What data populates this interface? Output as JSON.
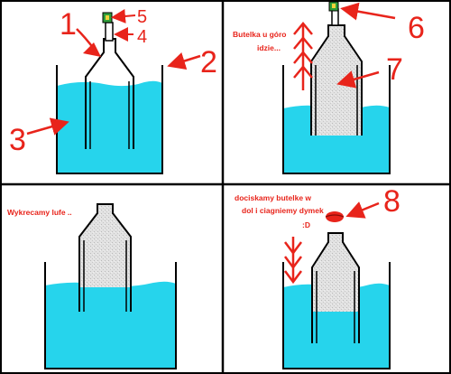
{
  "colors": {
    "water": "#26d4ec",
    "water_line": "#1a9fb3",
    "annotation": "#e8241b",
    "smoke": "#d7d7d7",
    "outline": "#000000",
    "lighter_green": "#2f9e3a",
    "lighter_yellow": "#f2d23a"
  },
  "panel1": {
    "labels": {
      "n1": "1",
      "n2": "2",
      "n3": "3",
      "n4": "4",
      "n5": "5"
    }
  },
  "panel2": {
    "note_line1": "Butelka u góro",
    "note_line2": "idzie...",
    "labels": {
      "n6": "6",
      "n7": "7"
    }
  },
  "panel3": {
    "note": "Wykrecamy lufe .."
  },
  "panel4": {
    "note_line1": "dociskamy butelke w",
    "note_line2": "dol i ciagniemy dymek",
    "note_line3": ":D",
    "labels": {
      "n8": "8"
    }
  }
}
